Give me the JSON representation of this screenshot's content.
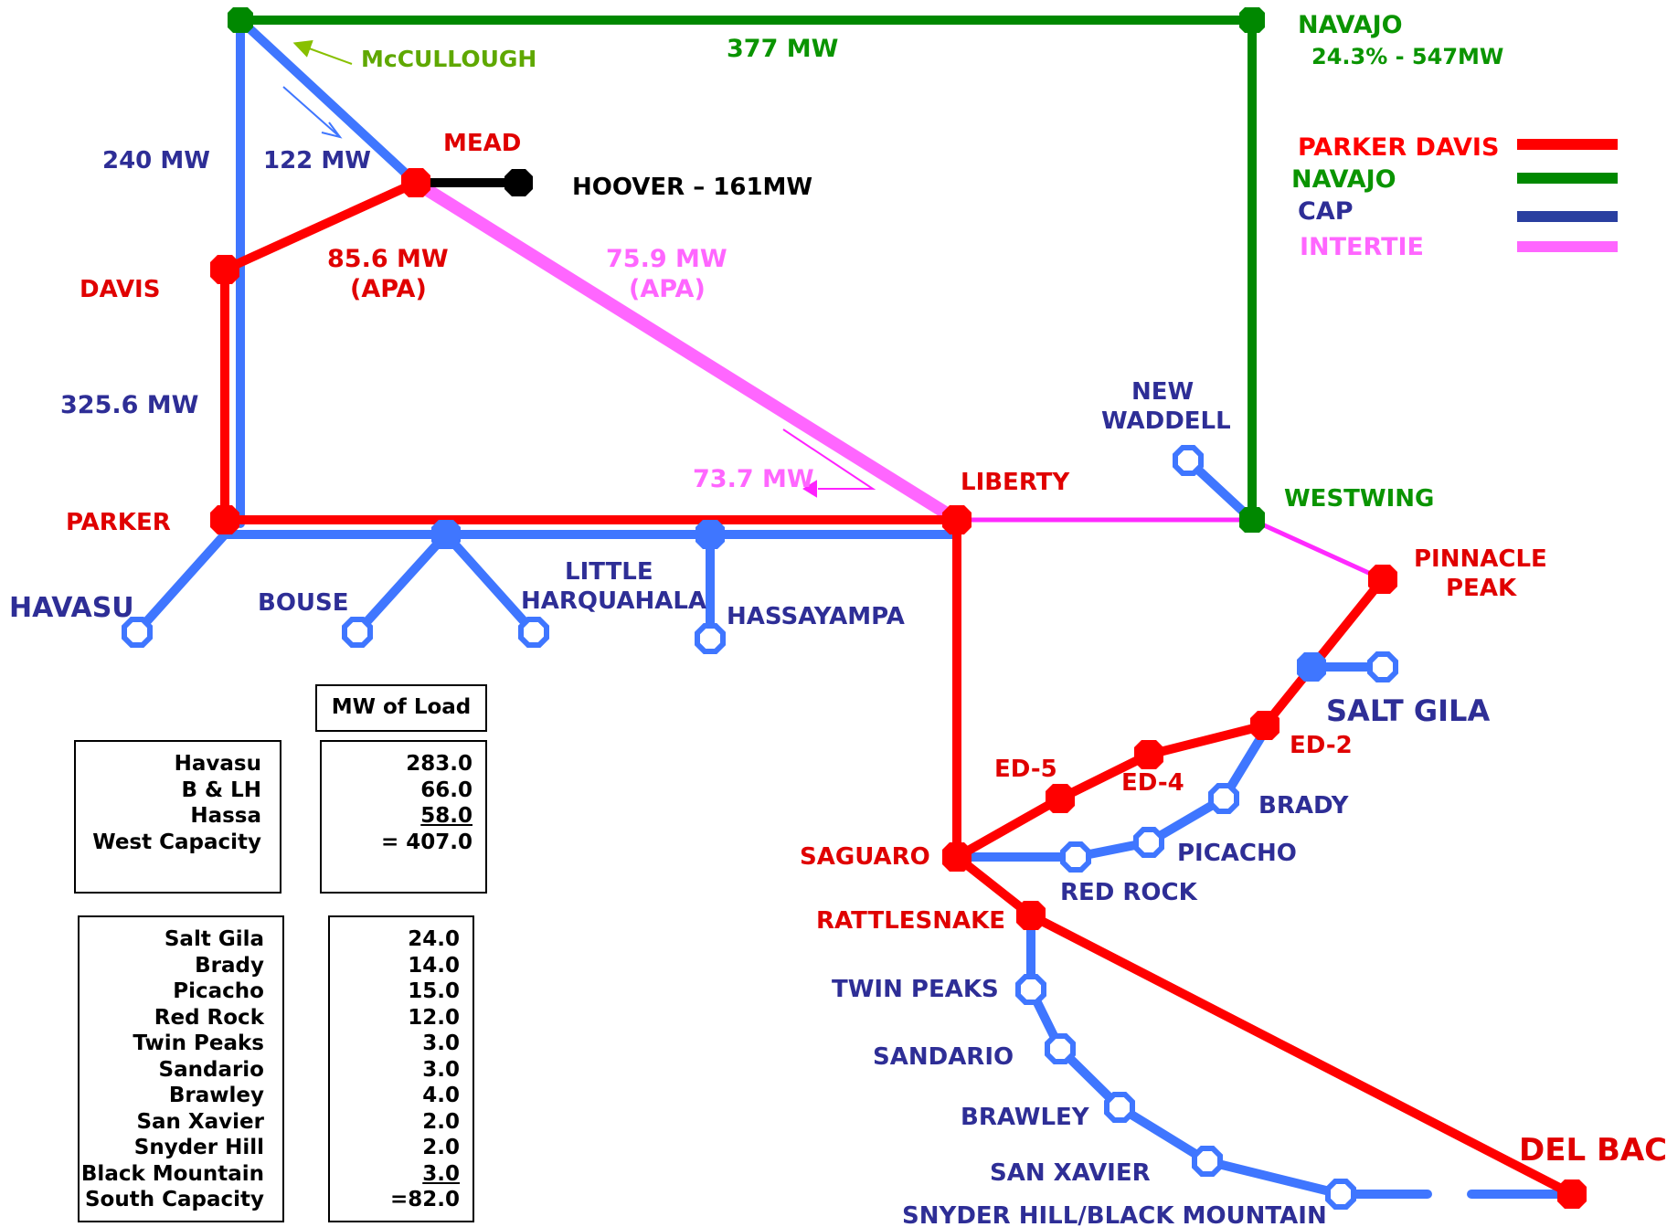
{
  "colors": {
    "parker_davis": "#ff0000",
    "navajo": "#008800",
    "cap": "#3f76ff",
    "intertie": "#ff66ff",
    "hoover": "#000000",
    "cap_label": "#2e2e96",
    "mccullough_label": "#5fa800",
    "navajo_label": "#0a9400",
    "intertie_arrow_label": "#ff22ff"
  },
  "legend": [
    {
      "label": "PARKER DAVIS",
      "color": "#ff0000",
      "text_color": "#ff0000"
    },
    {
      "label": "NAVAJO",
      "color": "#008800",
      "text_color": "#0a9400"
    },
    {
      "label": "CAP",
      "color": "#2a3fa0",
      "text_color": "#2e2e96"
    },
    {
      "label": "INTERTIE",
      "color": "#ff66ff",
      "text_color": "#ff66ff"
    }
  ],
  "lines": {
    "navajo_flow": "377 MW",
    "navajo_title": "NAVAJO",
    "navajo_share": "24.3% - 547MW",
    "mccullough": "McCULLOUGH",
    "cap_240": "240 MW",
    "cap_122": "122 MW",
    "davis_mead": "85.6 MW",
    "davis_mead_note": "(APA)",
    "intertie_flow": "75.9 MW",
    "intertie_note": "(APA)",
    "intertie_return": "73.7 MW",
    "davis_parker": "325.6 MW",
    "hoover": "HOOVER – 161MW"
  },
  "nodes": {
    "mead": "MEAD",
    "davis": "DAVIS",
    "parker": "PARKER",
    "liberty": "LIBERTY",
    "westwing": "WESTWING",
    "new": "NEW",
    "waddell": "WADDELL",
    "pinnacle": "PINNACLE",
    "peak": "PEAK",
    "havasu": "HAVASU",
    "bouse": "BOUSE",
    "little": "LITTLE",
    "harquahala": "HARQUAHALA",
    "hassayampa": "HASSAYAMPA",
    "salt_gila": "SALT GILA",
    "ed2": "ED-2",
    "ed4": "ED-4",
    "ed5": "ED-5",
    "brady": "BRADY",
    "picacho": "PICACHO",
    "red_rock": "RED ROCK",
    "saguaro": "SAGUARO",
    "rattlesnake": "RATTLESNAKE",
    "twin_peaks": "TWIN PEAKS",
    "sandario": "SANDARIO",
    "brawley": "BRAWLEY",
    "san_xavier": "SAN XAVIER",
    "snyder_black": "SNYDER HILL/BLACK MOUNTAIN",
    "del_bac": "DEL BAC"
  },
  "load_table": {
    "header": "MW of Load",
    "west": [
      {
        "name": "Havasu",
        "value": "283.0",
        "underline": false
      },
      {
        "name": "B & LH",
        "value": "66.0",
        "underline": false
      },
      {
        "name": "Hassa",
        "value": "58.0",
        "underline": true
      },
      {
        "name": "West Capacity",
        "value": "= 407.0",
        "underline": false
      }
    ],
    "south": [
      {
        "name": "Salt Gila",
        "value": "24.0",
        "underline": false
      },
      {
        "name": "Brady",
        "value": "14.0",
        "underline": false
      },
      {
        "name": "Picacho",
        "value": "15.0",
        "underline": false
      },
      {
        "name": "Red Rock",
        "value": "12.0",
        "underline": false
      },
      {
        "name": "Twin Peaks",
        "value": "3.0",
        "underline": false
      },
      {
        "name": "Sandario",
        "value": "3.0",
        "underline": false
      },
      {
        "name": "Brawley",
        "value": "4.0",
        "underline": false
      },
      {
        "name": "San Xavier",
        "value": "2.0",
        "underline": false
      },
      {
        "name": "Snyder Hill",
        "value": "2.0",
        "underline": false
      },
      {
        "name": "Black Mountain",
        "value": "3.0",
        "underline": true
      },
      {
        "name": "South Capacity",
        "value": "=82.0",
        "underline": false
      }
    ]
  }
}
